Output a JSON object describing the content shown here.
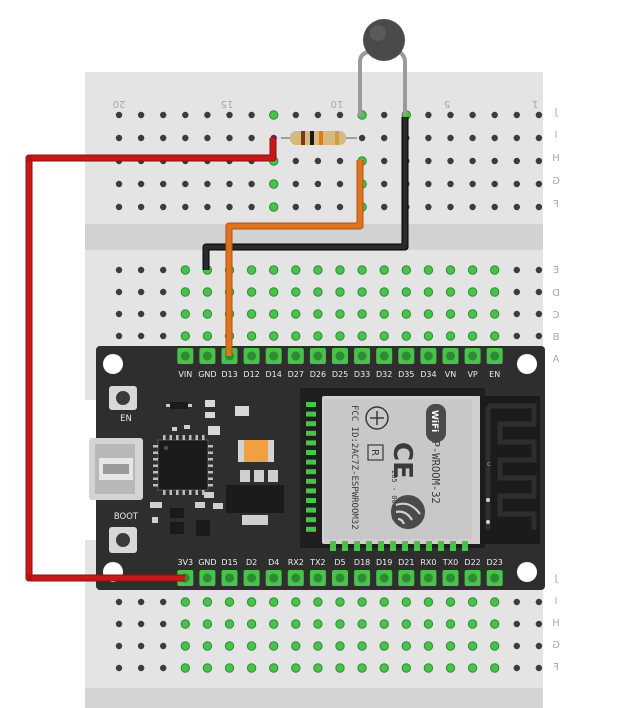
{
  "breadboard": {
    "column_numbers": [
      "20",
      "15",
      "10",
      "5",
      "1"
    ],
    "top_rows": [
      "J",
      "I",
      "H",
      "G",
      "F"
    ],
    "middle_rows": [
      "E",
      "D",
      "C",
      "B",
      "A"
    ],
    "bottom_rows": [
      "J",
      "I",
      "H",
      "G",
      "F"
    ]
  },
  "esp32": {
    "top_pins": [
      "VIN",
      "GND",
      "D13",
      "D12",
      "D14",
      "D27",
      "D26",
      "D25",
      "D33",
      "D32",
      "D35",
      "D34",
      "VN",
      "VP",
      "EN"
    ],
    "bottom_pins": [
      "3V3",
      "GND",
      "D15",
      "D2",
      "D4",
      "RX2",
      "TX2",
      "D5",
      "D18",
      "D19",
      "D21",
      "RX0",
      "TX0",
      "D22",
      "D23"
    ],
    "en_label": "EN",
    "boot_label": "BOOT",
    "module_name": "ESP-WROOM-32",
    "fcc_id": "FCC ID:2AC7Z-ESPWROOM32",
    "module_code": "205 - 000519",
    "r_mark": "R",
    "ce_mark": "CE",
    "wifi_mark": "WiFi"
  },
  "colors": {
    "wire_red": "#c8191a",
    "wire_orange": "#e0731f",
    "wire_black": "#2a2a2a",
    "board": "#2e2e2e",
    "breadboard": "#e4e4e4",
    "pin_green": "#49c24c",
    "thermistor": "#555555"
  }
}
